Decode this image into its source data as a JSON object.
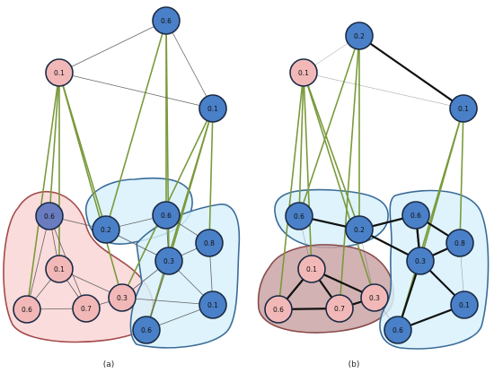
{
  "colors": {
    "pink_node": "#f2b8b8",
    "blue_node": "#4a80c8",
    "purple_node": "#6a7cc0",
    "node_stroke": "#1a2a44",
    "pink_region_fill": "#f9d6d6",
    "pink_region_stroke": "#a44a4a",
    "blue_region_fill": "#d8f1fb",
    "blue_region_stroke": "#3a6c98",
    "green_edge": "#7a9a3c",
    "gray_edge": "#555555",
    "mauve_fill": "#caa4a4",
    "mauve_stroke": "#8a4a4a"
  },
  "panels": [
    {
      "id": "a",
      "caption": "(a)",
      "nodes": [
        {
          "id": "top",
          "label": "0.6",
          "kind": "blue"
        },
        {
          "id": "left",
          "label": "0.1",
          "kind": "pink"
        },
        {
          "id": "right",
          "label": "0.1",
          "kind": "blue"
        },
        {
          "id": "c1",
          "label": "0.6",
          "kind": "purple"
        },
        {
          "id": "c2",
          "label": "0.2",
          "kind": "blue"
        },
        {
          "id": "c3",
          "label": "0.6",
          "kind": "blue"
        },
        {
          "id": "p1",
          "label": "0.1",
          "kind": "pink"
        },
        {
          "id": "b1",
          "label": "0.8",
          "kind": "blue"
        },
        {
          "id": "b2",
          "label": "0.3",
          "kind": "blue"
        },
        {
          "id": "p2",
          "label": "0.6",
          "kind": "pink"
        },
        {
          "id": "p3",
          "label": "0.7",
          "kind": "pink"
        },
        {
          "id": "p4",
          "label": "0.3",
          "kind": "pink"
        },
        {
          "id": "b3",
          "label": "0.1",
          "kind": "blue"
        },
        {
          "id": "b4",
          "label": "0.6",
          "kind": "blue"
        }
      ]
    },
    {
      "id": "b",
      "caption": "(b)",
      "nodes": [
        {
          "id": "top",
          "label": "0.2",
          "kind": "blue"
        },
        {
          "id": "left",
          "label": "0.1",
          "kind": "pink"
        },
        {
          "id": "right",
          "label": "0.1",
          "kind": "blue"
        },
        {
          "id": "c1",
          "label": "0.6",
          "kind": "blue"
        },
        {
          "id": "c2",
          "label": "0.2",
          "kind": "blue"
        },
        {
          "id": "c3",
          "label": "0.6",
          "kind": "blue"
        },
        {
          "id": "p1",
          "label": "0.1",
          "kind": "pink"
        },
        {
          "id": "b1",
          "label": "0.8",
          "kind": "blue"
        },
        {
          "id": "b2",
          "label": "0.3",
          "kind": "blue"
        },
        {
          "id": "p2",
          "label": "0.6",
          "kind": "pink"
        },
        {
          "id": "p3",
          "label": "0.7",
          "kind": "pink"
        },
        {
          "id": "p4",
          "label": "0.3",
          "kind": "pink"
        },
        {
          "id": "b3",
          "label": "0.1",
          "kind": "blue"
        },
        {
          "id": "b4",
          "label": "0.6",
          "kind": "blue"
        }
      ]
    }
  ]
}
